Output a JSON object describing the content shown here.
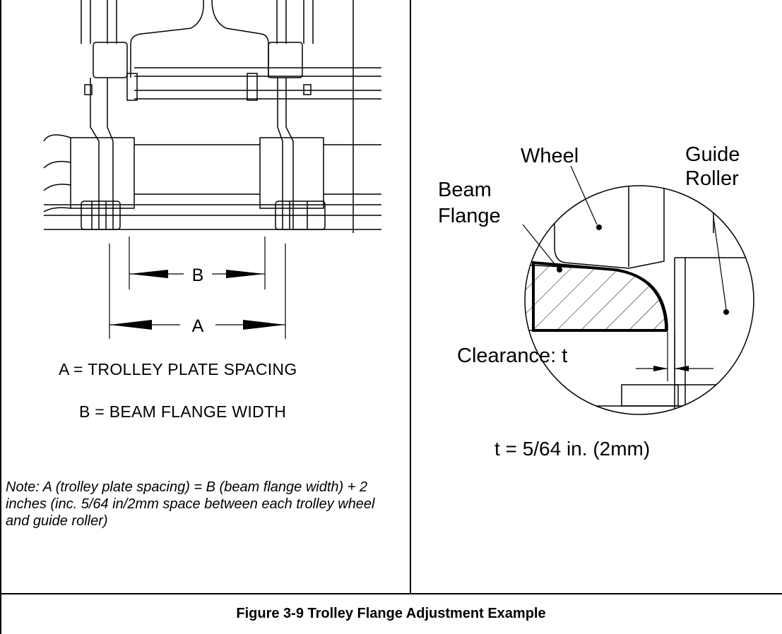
{
  "left_panel": {
    "dim_b_label": "B",
    "dim_a_label": "A",
    "eq_a": "A = TROLLEY PLATE SPACING",
    "eq_b": "B = BEAM FLANGE WIDTH",
    "note": "Note: A (trolley plate spacing) = B (beam flange width) + 2 inches (inc. 5/64 in/2mm space between each trolley wheel and guide roller)"
  },
  "right_panel": {
    "label_wheel": "Wheel",
    "label_guide_1": "Guide",
    "label_guide_2": "Roller",
    "label_beam_1": "Beam",
    "label_beam_2": "Flange",
    "label_clearance": "Clearance: t",
    "t_value": "t = 5/64 in. (2mm)"
  },
  "caption": "Figure 3-9 Trolley Flange Adjustment Example"
}
